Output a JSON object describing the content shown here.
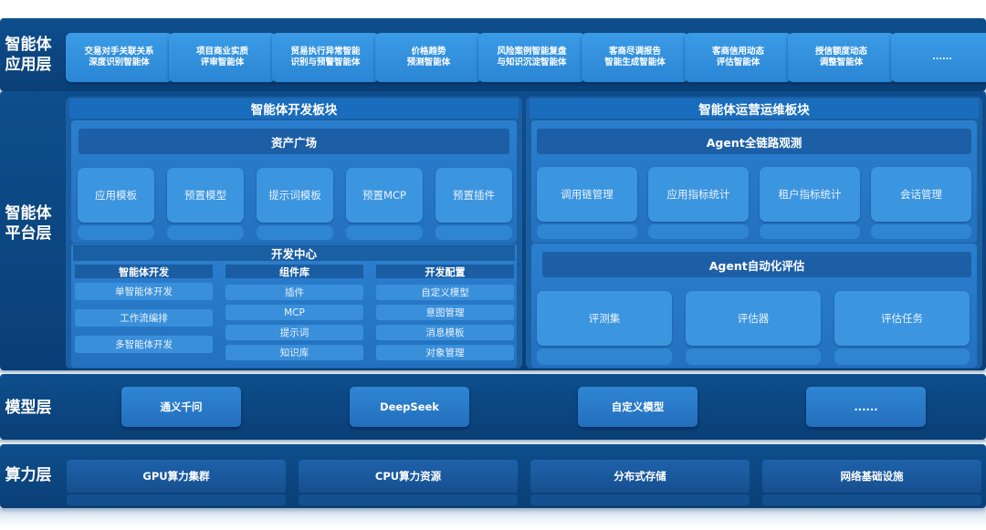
{
  "layers": {
    "app": {
      "label": "智能体\n应用层",
      "tiles": [
        "交易对手关联关系\n深度识别智能体",
        "项目商业实质\n评审智能体",
        "贸易执行异常智能\n识别与预警智能体",
        "价格趋势\n预测智能体",
        "风险案例智能复盘\n与知识沉淀智能体",
        "客商尽调报告\n智能生成智能体",
        "客商信用动态\n评估智能体",
        "授信额度动态\n调整智能体",
        "......"
      ]
    },
    "platform": {
      "label": "智能体\n平台层",
      "dev_block": {
        "title": "智能体开发板块",
        "asset_square": {
          "title": "资产广场",
          "cards": [
            "应用模板",
            "预置模型",
            "提示词模板",
            "预置MCP",
            "预置插件"
          ]
        },
        "dev_center": {
          "title": "开发中心",
          "columns": [
            {
              "title": "智能体开发",
              "items": [
                "单智能体开发",
                "工作流编排",
                "多智能体开发"
              ]
            },
            {
              "title": "组件库",
              "items": [
                "插件",
                "MCP",
                "提示词",
                "知识库"
              ]
            },
            {
              "title": "开发配置",
              "items": [
                "自定义模型",
                "意图管理",
                "消息模板",
                "对象管理"
              ]
            }
          ]
        }
      },
      "ops_block": {
        "title": "智能体运营运维板块",
        "observe": {
          "title": "Agent全链路观测",
          "cards": [
            "调用链管理",
            "应用指标统计",
            "租户指标统计",
            "会话管理"
          ]
        },
        "evaluate": {
          "title": "Agent自动化评估",
          "cards": [
            "评测集",
            "评估器",
            "评估任务"
          ]
        }
      }
    },
    "model": {
      "label": "模型层",
      "items": [
        "通义千问",
        "DeepSeek",
        "自定义模型",
        "......"
      ]
    },
    "compute": {
      "label": "算力层",
      "items": [
        "GPU算力集群",
        "CPU算力资源",
        "分布式存储",
        "网络基础设施"
      ]
    }
  }
}
